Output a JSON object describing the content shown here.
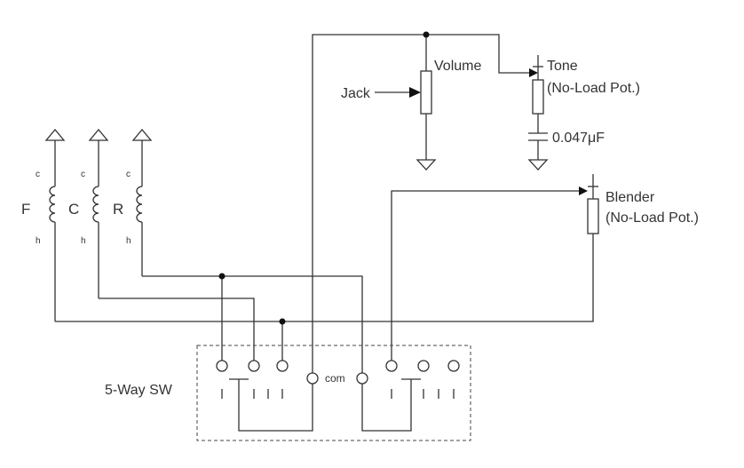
{
  "pickups": [
    {
      "name": "F",
      "top_tap": "c",
      "bottom_tap": "h"
    },
    {
      "name": "C",
      "top_tap": "c",
      "bottom_tap": "h"
    },
    {
      "name": "R",
      "top_tap": "c",
      "bottom_tap": "h"
    }
  ],
  "controls": {
    "jack": "Jack",
    "volume": "Volume",
    "tone_name": "Tone",
    "tone_note": "(No-Load Pot.)",
    "capacitor": "0.047μF",
    "blender_name": "Blender",
    "blender_note": "(No-Load Pot.)"
  },
  "switch": {
    "label": "5-Way SW",
    "common": "com"
  },
  "colors": {
    "line": "#333333",
    "background": "#ffffff"
  }
}
